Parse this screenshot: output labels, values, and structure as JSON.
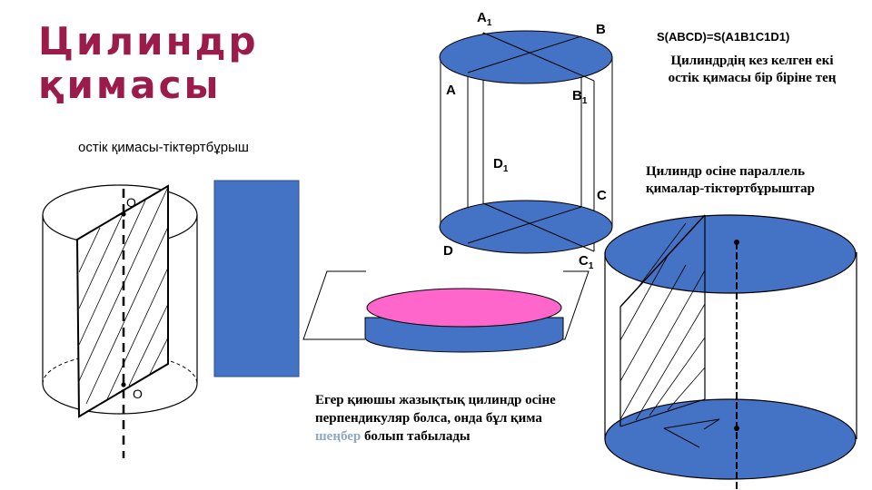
{
  "slide": {
    "title_line1": "Цилиндр",
    "title_line2": "қимасы",
    "axial_section_label": "остік қимасы-тіктөртбұрыш",
    "area_formula": "S(ABCD)=S(A1B1C1D1)",
    "equal_sections_text": "Цилиндрдің кез келген екі остік қимасы бір біріне тең",
    "parallel_sections_text": "Цилиндр осіне параллель қималар-тіктөртбұрыштар",
    "perpendicular_text_before": "Егер қиюшы жазықтық цилиндр осіне перпендикуляр болса, онда бұл қима",
    "perpendicular_highlight": "шеңбер",
    "perpendicular_text_after": "болып табылады"
  },
  "points": {
    "A1": {
      "base": "A",
      "sub": "1"
    },
    "B": {
      "base": "B",
      "sub": ""
    },
    "A": {
      "base": "A",
      "sub": ""
    },
    "B1": {
      "base": "B",
      "sub": "1"
    },
    "D1": {
      "base": "D",
      "sub": "1"
    },
    "C": {
      "base": "C",
      "sub": ""
    },
    "D": {
      "base": "D",
      "sub": ""
    },
    "C1": {
      "base": "C",
      "sub": "1"
    },
    "O_top": "O",
    "O_bottom": "O"
  },
  "colors": {
    "title": "#9b1b4b",
    "section_fill": "#4472c4",
    "disk_fill": "#ff66cc",
    "highlight_word": "#8ea9c1"
  }
}
